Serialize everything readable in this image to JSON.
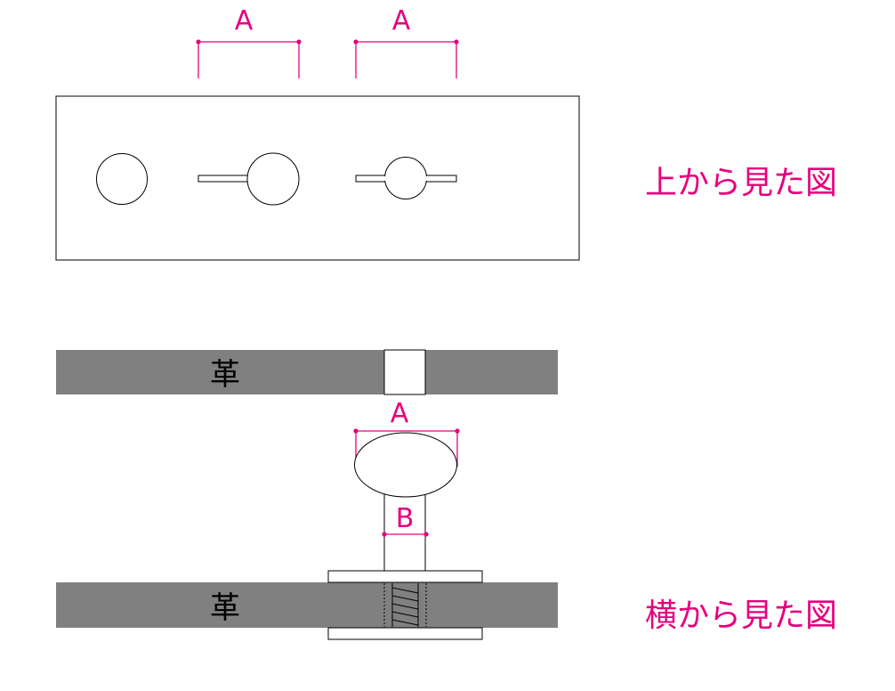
{
  "colors": {
    "accent": "#e6007e",
    "leather": "#808080",
    "line": "#000000"
  },
  "labels": {
    "dim_a": "A",
    "dim_b": "B",
    "leather": "革",
    "top_view": "上から見た図",
    "side_view": "横から見た図"
  }
}
